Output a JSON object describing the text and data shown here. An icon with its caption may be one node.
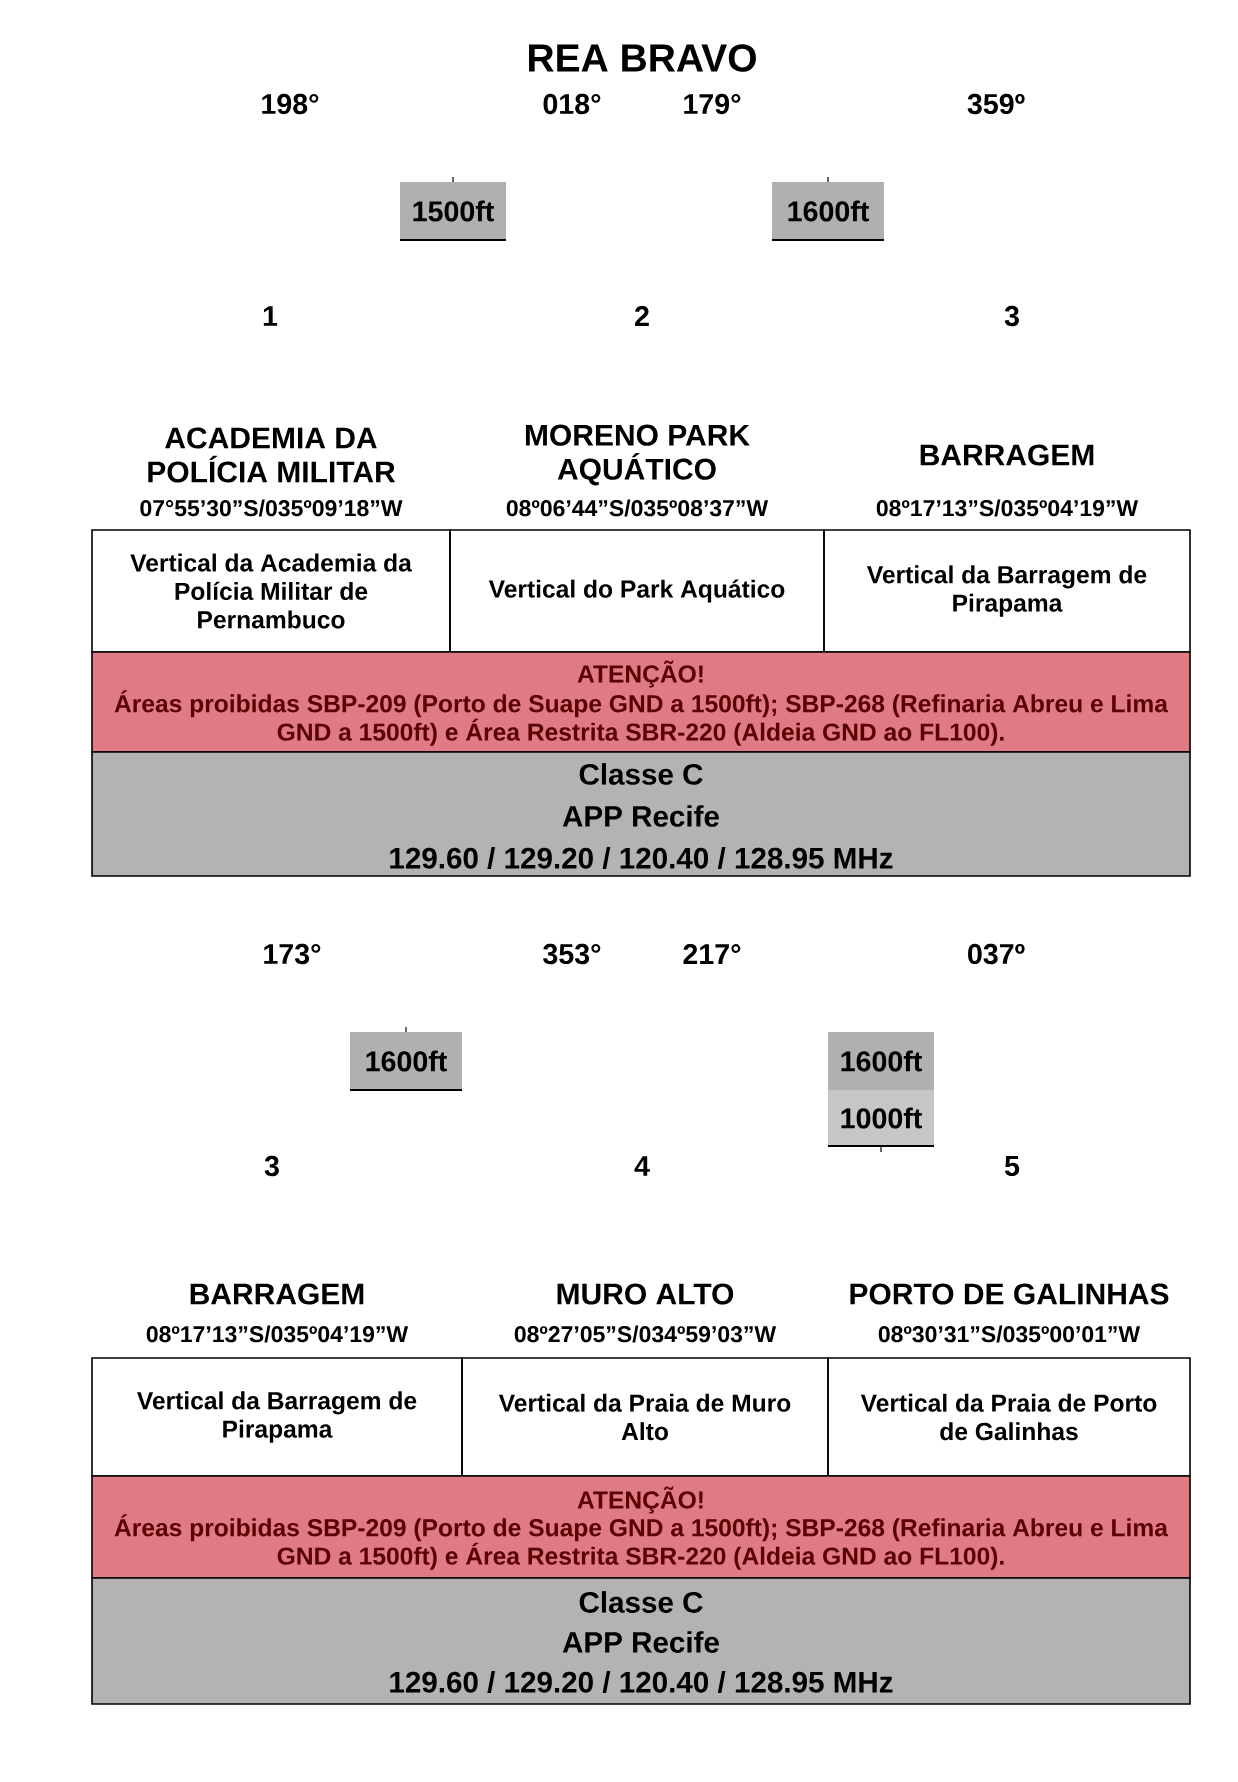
{
  "diagram": {
    "title": "REA BRAVO",
    "nodes": [
      {
        "text": [
          "1500ft"
        ]
      },
      {
        "text": [
          "1600ft"
        ]
      },
      {
        "text": [
          "ACADEMIA DA POLÍCIA MILITAR",
          "07°55’30”S/035º09’18”W",
          "Vertical da Academia da Polícia Militar de Pernambuco"
        ]
      },
      {
        "text": [
          "MORENO PARK AQUÁTICO",
          "08º06’44”S/035º08’37”W",
          "Vertical do Park Aquático"
        ]
      },
      {
        "text": [
          "BARRAGEM",
          "08º17’13”S/035º04’19”W",
          "Vertical da Barragem de Pirapama"
        ]
      },
      {
        "text": [
          "ATENÇÃO!",
          "Áreas proibidas SBP-209 (Porto de Suape GND a 1500ft); SBP-268 (Refinaria Abreu e Lima GND a 1500ft) e Área Restrita SBR-220 (Aldeia GND ao FL100)."
        ]
      },
      {
        "text": [
          "Classe C",
          "APP Recife",
          "129.60 / 129.20 / 120.40 / 128.95 MHz"
        ]
      },
      {
        "text": [
          "1600ft"
        ]
      },
      {
        "text": [
          "1600ft"
        ]
      },
      {
        "text": [
          "1000ft"
        ]
      },
      {
        "text": [
          "BARRAGEM",
          "08º17’13”S/035º04’19”W",
          "Vertical da Barragem de Pirapama"
        ]
      },
      {
        "text": [
          "MURO ALTO",
          "08º27’05”S/034º59’03”W",
          "Vertical da Praia de Muro Alto"
        ]
      },
      {
        "text": [
          "PORTO DE GALINHAS",
          "08º30’31”S/035º00’01”W",
          "Vertical da Praia de Porto de Galinhas"
        ]
      },
      {
        "text": [
          "ATENÇÃO!",
          "Áreas proibidas SBP-209 (Porto de Suape GND a 1500ft); SBP-268 (Refinaria Abreu e Lima GND a 1500ft) e Área Restrita SBR-220 (Aldeia GND ao FL100)."
        ]
      },
      {
        "text": [
          "Classe C",
          "APP Recife",
          "129.60 / 129.20 / 120.40 / 128.95 MHz"
        ]
      }
    ],
    "labels": [
      "198°",
      "018°",
      "179°",
      "359º",
      "1",
      "2",
      "3",
      "173°",
      "353°",
      "217°",
      "037º",
      "3",
      "4",
      "5"
    ]
  }
}
